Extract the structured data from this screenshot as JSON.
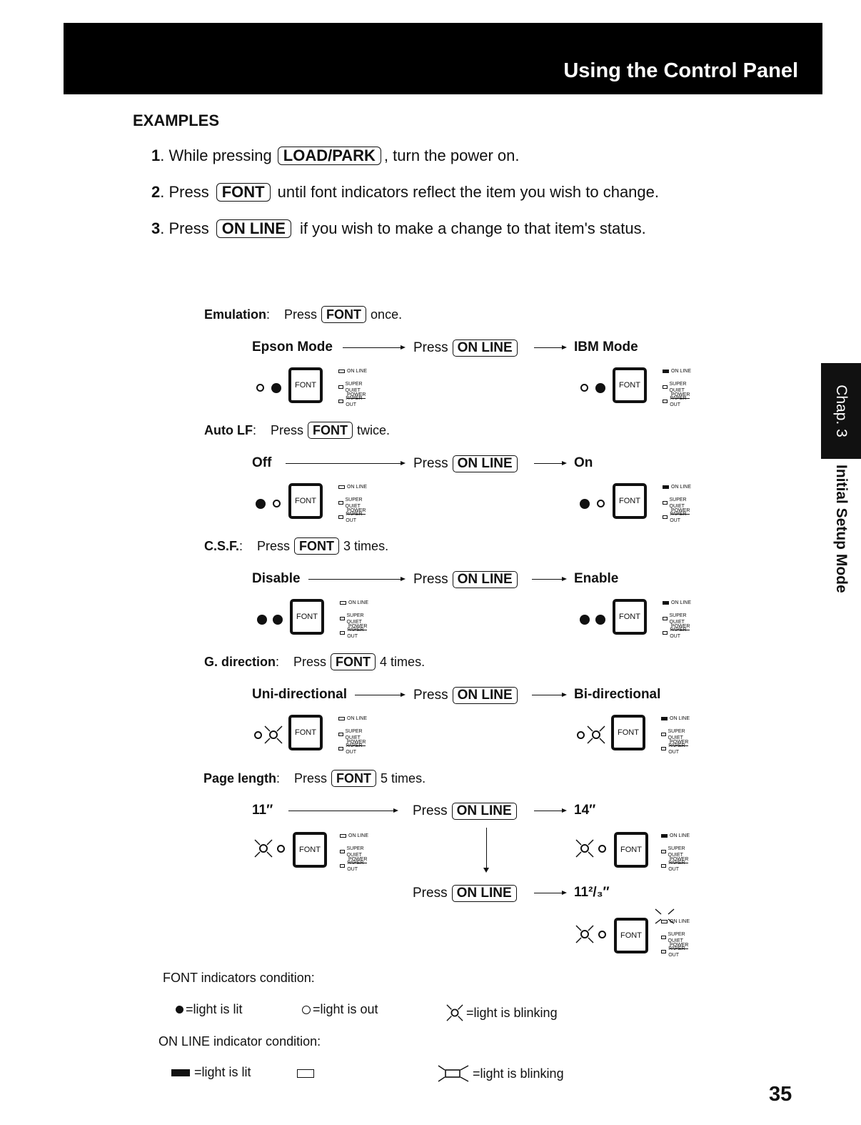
{
  "header": {
    "title": "Using the Control Panel"
  },
  "side": {
    "chapter": "Chap. 3",
    "section": "Initial Setup Mode"
  },
  "examples": {
    "heading": "EXAMPLES",
    "steps": [
      {
        "num": "1",
        "pre": ". While pressing",
        "key": "LOAD/PARK",
        "post": ", turn the power on."
      },
      {
        "num": "2",
        "pre": ". Press",
        "key": "FONT",
        "post": "until font indicators reflect the item you wish to change."
      },
      {
        "num": "3",
        "pre": ". Press",
        "key": "ON LINE",
        "post": "if you wish to make a change to that item's status."
      }
    ]
  },
  "settings": [
    {
      "name": "Emulation",
      "sep": ":",
      "press": "Press",
      "key": "FONT",
      "times": "once.",
      "from": "Epson Mode",
      "to": "IBM Mode"
    },
    {
      "name": "Auto LF",
      "sep": ":",
      "press": "Press",
      "key": "FONT",
      "times": "twice.",
      "from": "Off",
      "to": "On"
    },
    {
      "name": "C.S.F.",
      "sep": ":",
      "press": "Press",
      "key": "FONT",
      "times": "3 times.",
      "from": "Disable",
      "to": "Enable"
    },
    {
      "name": "G. direction",
      "sep": ":",
      "press": "Press",
      "key": "FONT",
      "times": "4 times.",
      "from": "Uni-directional",
      "to": "Bi-directional"
    },
    {
      "name": "Page length",
      "sep": ":",
      "press": "Press",
      "key": "FONT",
      "times": "5 times.",
      "from": "11″",
      "to": "14″",
      "to2": "11²/₃″"
    }
  ],
  "transition": {
    "press": "Press",
    "key": "ON LINE"
  },
  "panel": {
    "font_label": "FONT",
    "on_line": "ON LINE",
    "super_quiet": "SUPER QUIET",
    "power": "POWER",
    "paper_out": "PAPER OUT"
  },
  "legend": {
    "font_title": "FONT indicators condition:",
    "lit": "=light is lit",
    "out": "=light is out",
    "blinking": "=light is blinking",
    "online_title": "ON LINE indicator condition:",
    "online_lit": "=light is lit",
    "online_blinking": "=light is blinking"
  },
  "page_number": "35"
}
